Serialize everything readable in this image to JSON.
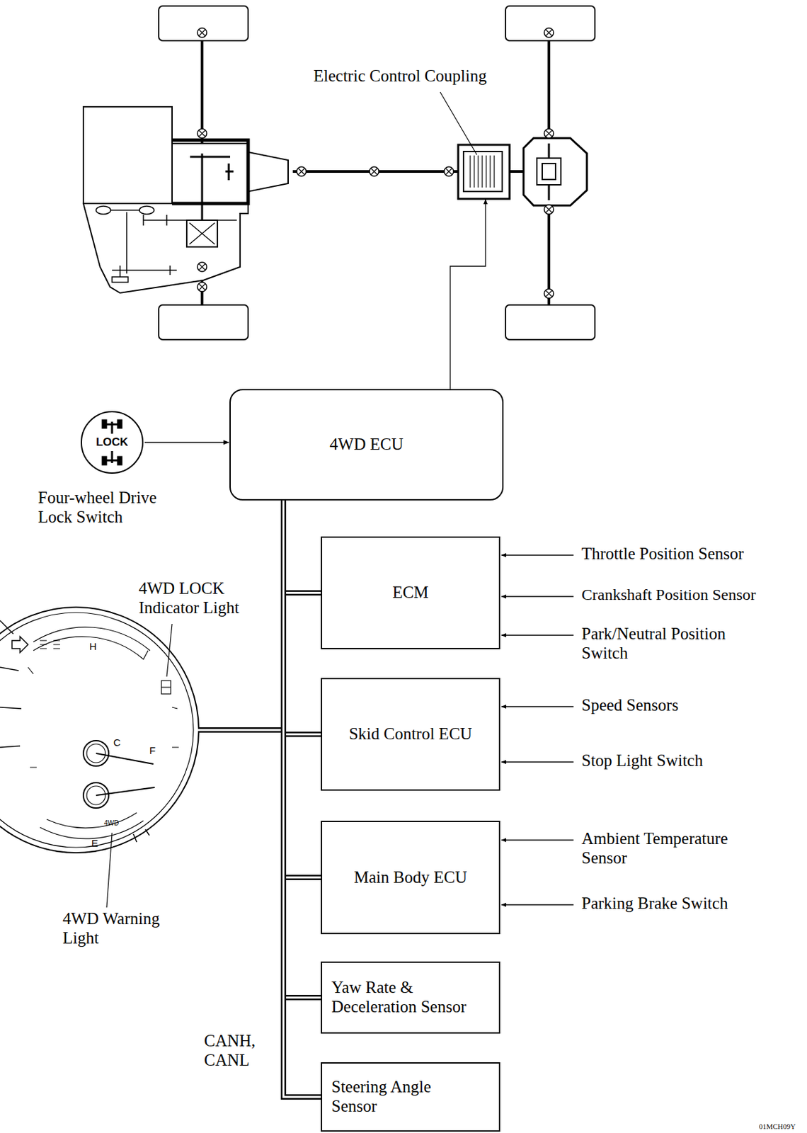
{
  "diagram": {
    "nodes": [
      {
        "text": [
          "LOCK",
          "Four-wheel Drive Lock Switch"
        ]
      },
      {
        "text": [
          "4WD ECU"
        ]
      },
      {
        "text": [
          "ECM"
        ]
      },
      {
        "text": [
          "Skid Control ECU"
        ]
      },
      {
        "text": [
          "Main Body ECU"
        ]
      },
      {
        "text": [
          "Yaw Rate & Deceleration Sensor"
        ]
      },
      {
        "text": [
          "Steering Angle Sensor"
        ]
      }
    ],
    "edges": [
      {
        "from": 0,
        "to": 1,
        "arrow": "to"
      },
      {
        "from": 1,
        "to": 2,
        "arrow": "none"
      },
      {
        "from": 1,
        "to": 3,
        "arrow": "none"
      },
      {
        "from": 1,
        "to": 4,
        "arrow": "none"
      },
      {
        "from": 1,
        "to": 5,
        "arrow": "none"
      },
      {
        "from": 1,
        "to": 6,
        "arrow": "none"
      }
    ],
    "labels": [
      "Electric Control Coupling",
      "4WD LOCK Indicator Light",
      "H",
      "C",
      "F",
      "E",
      "4WD",
      "4WD Warning Light",
      "Throttle Position Sensor",
      "Crankshaft Position Sensor",
      "Park/Neutral Position Switch",
      "Speed Sensors",
      "Stop Light Switch",
      "Ambient Temperature Sensor",
      "Parking Brake Switch",
      "CANH, CANL",
      "01MCH09Y"
    ]
  }
}
